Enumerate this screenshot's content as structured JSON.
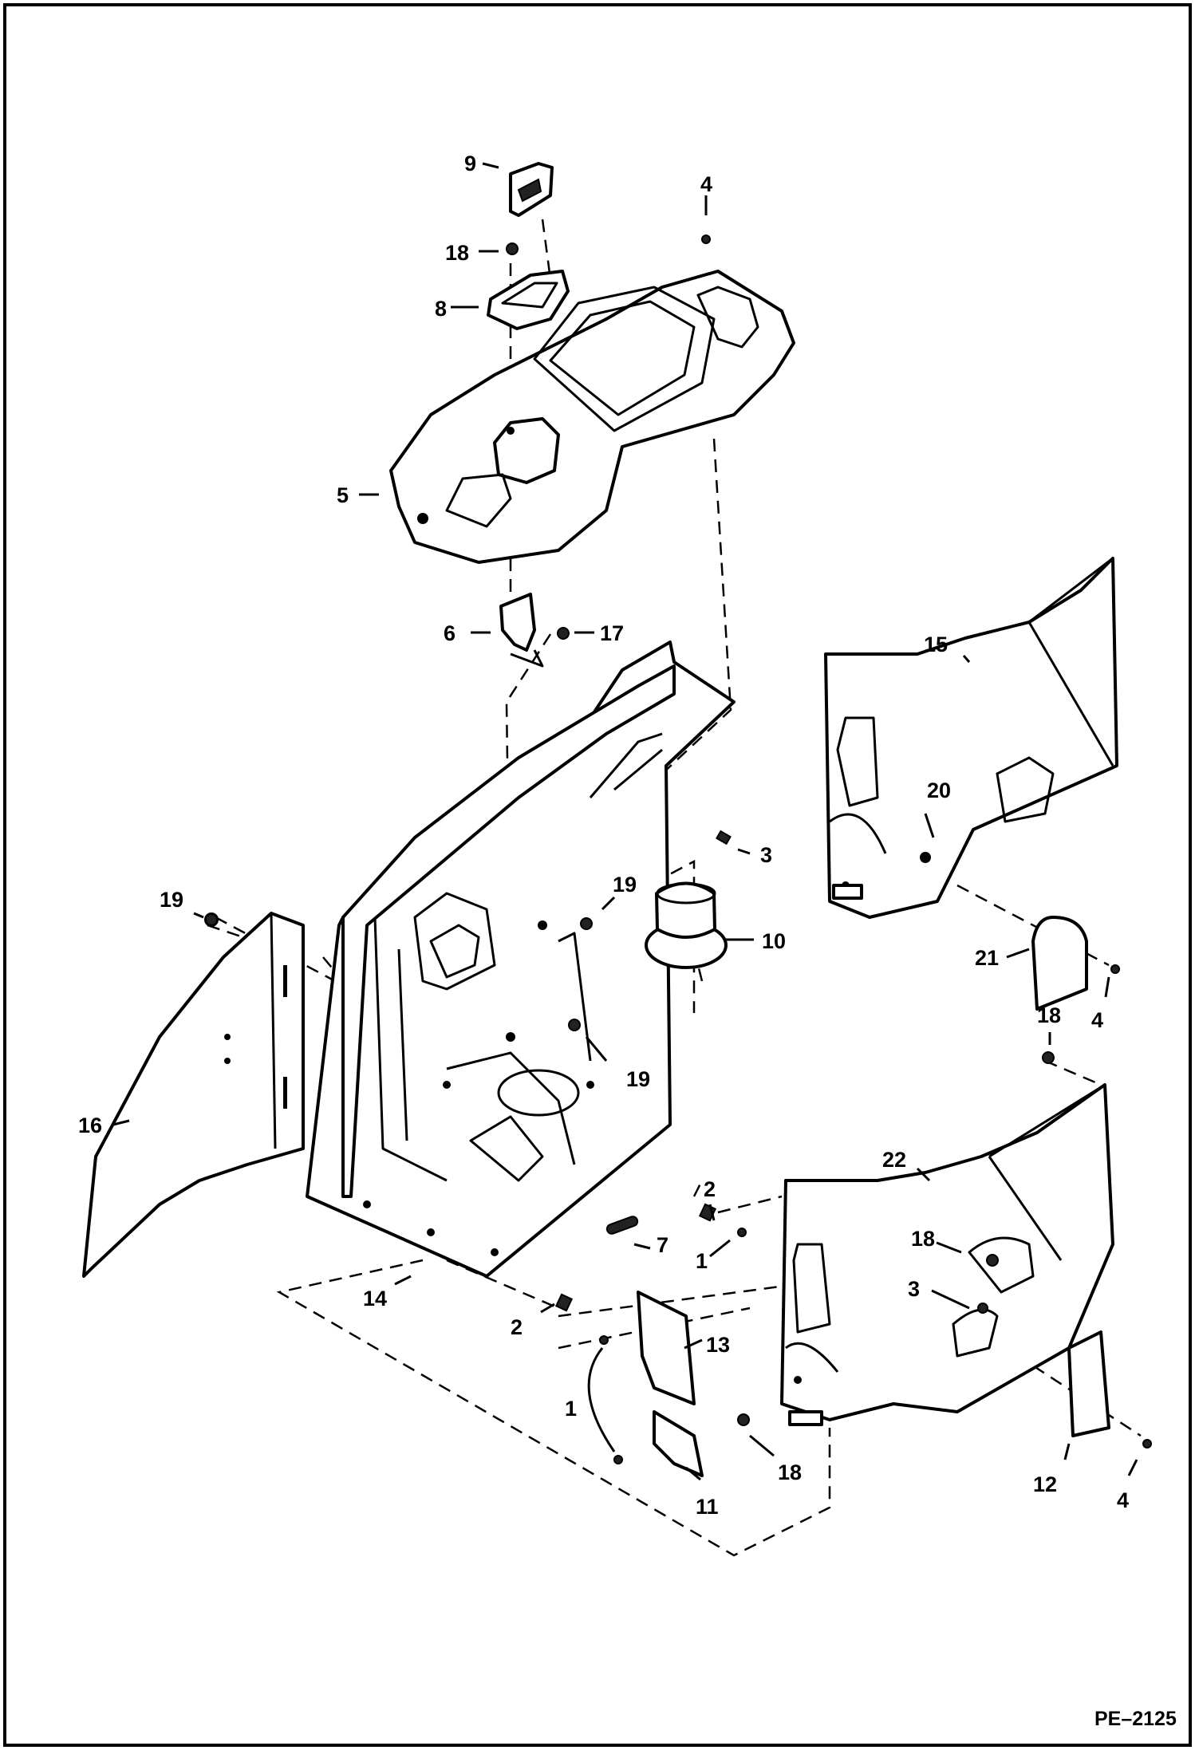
{
  "drawing_code": "PE–2125",
  "callouts": {
    "c1a": "1",
    "c1b": "1",
    "c2a": "2",
    "c2b": "2",
    "c3a": "3",
    "c3b": "3",
    "c4a": "4",
    "c4b": "4",
    "c4c": "4",
    "c5": "5",
    "c6": "6",
    "c7": "7",
    "c8": "8",
    "c9": "9",
    "c10": "10",
    "c11": "11",
    "c12": "12",
    "c13": "13",
    "c14": "14",
    "c15": "15",
    "c16": "16",
    "c17": "17",
    "c18a": "18",
    "c18b": "18",
    "c18c": "18",
    "c18d": "18",
    "c19a": "19",
    "c19b": "19",
    "c19c": "19",
    "c20": "20",
    "c21": "21",
    "c22": "22"
  }
}
